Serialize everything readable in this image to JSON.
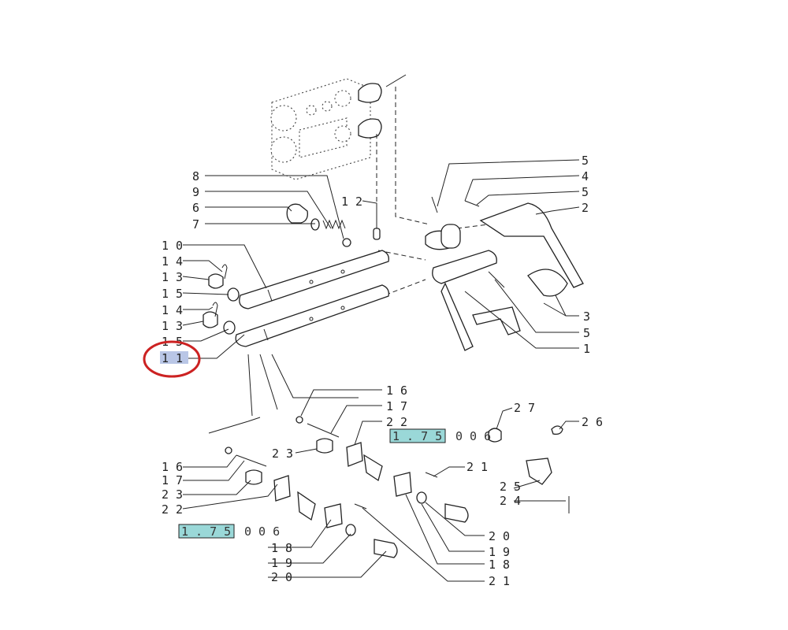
{
  "colors": {
    "highlight_ref": "#9ad8d8",
    "selected_label": "#b9c6e6",
    "callout_circle": "#cc2222"
  },
  "labels": {
    "l8": "8",
    "l9": "9",
    "l6": "6",
    "l7": "7",
    "l12": "1 2",
    "l10": "1 0",
    "l14a": "1 4",
    "l13a": "1 3",
    "l15a": "1 5",
    "l14b": "1 4",
    "l13b": "1 3",
    "l15b": "1 5",
    "l11": "1 1",
    "r5a": "5",
    "r4": "4",
    "r5b": "5",
    "r2": "2",
    "r3": "3",
    "r5c": "5",
    "r1": "1",
    "u16": "1 6",
    "u17": "1 7",
    "u22": "2 2",
    "u23": "2 3",
    "u27": "2 7",
    "u26": "2 6",
    "u21": "2 1",
    "u25": "2 5",
    "u24": "2 4",
    "d16": "1 6",
    "d17": "1 7",
    "d23": "2 3",
    "d22": "2 2",
    "d18": "1 8",
    "d19": "1 9",
    "d20": "2 0",
    "e20": "2 0",
    "e19": "1 9",
    "e18": "1 8",
    "e21": "2 1"
  },
  "refs": {
    "upper": {
      "code": "1 . 7 5",
      "suffix": "0 0 6"
    },
    "lower": {
      "code": "1 . 7 5",
      "suffix": "0 0 6"
    }
  },
  "selection": {
    "label": "1 1"
  }
}
